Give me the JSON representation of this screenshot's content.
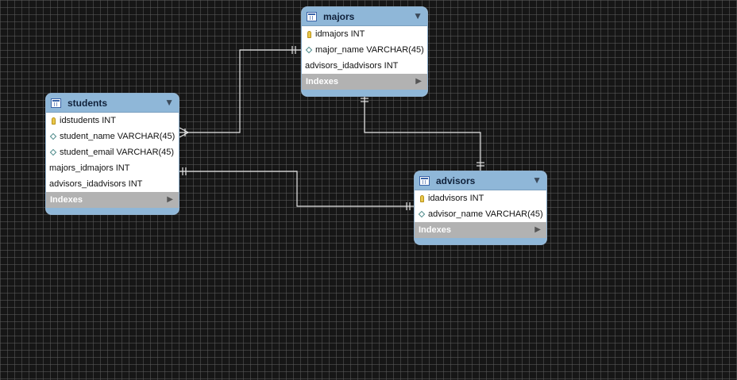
{
  "entities": {
    "majors": {
      "title": "majors",
      "columns": [
        {
          "icon": "primary-key-icon",
          "text": "idmajors INT"
        },
        {
          "icon": "column-diamond-icon",
          "text": "major_name VARCHAR(45)"
        },
        {
          "icon": "none",
          "text": "advisors_idadvisors INT"
        }
      ],
      "indexes_label": "Indexes"
    },
    "students": {
      "title": "students",
      "columns": [
        {
          "icon": "primary-key-icon",
          "text": "idstudents INT"
        },
        {
          "icon": "column-diamond-icon",
          "text": "student_name VARCHAR(45)"
        },
        {
          "icon": "column-diamond-icon",
          "text": "student_email VARCHAR(45)"
        },
        {
          "icon": "none",
          "text": "majors_idmajors INT"
        },
        {
          "icon": "none",
          "text": "advisors_idadvisors INT"
        }
      ],
      "indexes_label": "Indexes"
    },
    "advisors": {
      "title": "advisors",
      "columns": [
        {
          "icon": "primary-key-icon",
          "text": "idadvisors INT"
        },
        {
          "icon": "column-diamond-icon",
          "text": "advisor_name VARCHAR(45)"
        }
      ],
      "indexes_label": "Indexes"
    }
  },
  "relationships": [
    {
      "from": "majors",
      "to": "students",
      "cardinality": "one-to-many"
    },
    {
      "from": "students",
      "to": "advisors",
      "cardinality": "one-to-one"
    },
    {
      "from": "majors",
      "to": "advisors",
      "cardinality": "one-to-one"
    }
  ],
  "colors": {
    "canvas": "#161616",
    "grid": "#5a5a5a",
    "header": "#8fb7d8",
    "indexes_bar": "#b2b2b2",
    "connector": "#e6e6e6"
  }
}
